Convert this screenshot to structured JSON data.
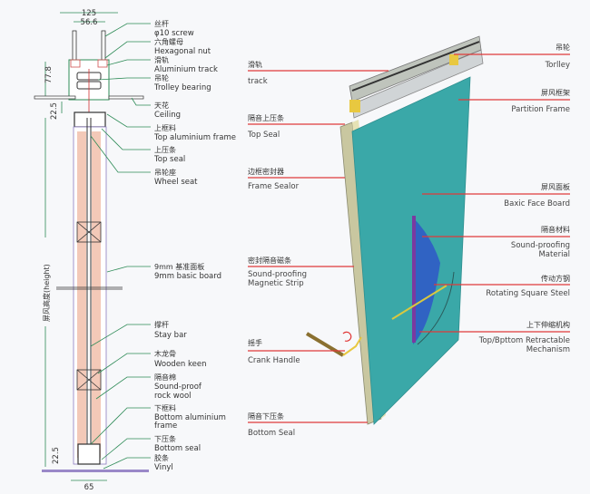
{
  "section_view": {
    "dimensions": {
      "top_width": "125",
      "screw_spacing": "56.6",
      "track_height": "77.8",
      "top_gap": "22.5",
      "bottom_gap": "22.5",
      "bottom_width": "65",
      "height_label": "屏风高度(height)"
    },
    "labels": [
      {
        "cn": "丝杆",
        "en": "φ10 screw"
      },
      {
        "cn": "六角螺母",
        "en": "Hexagonal nut"
      },
      {
        "cn": "滑轨",
        "en": "Aluminium track"
      },
      {
        "cn": "吊轮",
        "en": "Trolley bearing"
      },
      {
        "cn": "天花",
        "en": "Ceiling"
      },
      {
        "cn": "上框料",
        "en": "Top aluminium frame"
      },
      {
        "cn": "上压条",
        "en": "Top seal"
      },
      {
        "cn": "吊轮座",
        "en": "Wheel seat"
      },
      {
        "cn": "9mm 基准面板",
        "en": "9mm basic board"
      },
      {
        "cn": "撑杆",
        "en": "Stay bar"
      },
      {
        "cn": "木龙骨",
        "en": "Wooden keen"
      },
      {
        "cn": "隔音棉",
        "en": "Sound-proof",
        "en2": "rock wool"
      },
      {
        "cn": "下框料",
        "en": "Bottom aluminium",
        "en2": "frame"
      },
      {
        "cn": "下压条",
        "en": "Bottom seal"
      },
      {
        "cn": "胶条",
        "en": "Vinyl"
      }
    ]
  },
  "iso_view": {
    "left_labels": [
      {
        "cn": "滑轨",
        "en": "track"
      },
      {
        "cn": "隔音上压条",
        "en": "Top Seal"
      },
      {
        "cn": "边框密封器",
        "en": "Frame Sealor"
      },
      {
        "cn": "密封隔音磁条",
        "en": "Sound-proofing",
        "en2": "Magnetic Strip"
      },
      {
        "cn": "摇手",
        "en": "Crank Handle"
      },
      {
        "cn": "隔音下压条",
        "en": "Bottom Seal"
      }
    ],
    "right_labels": [
      {
        "cn": "吊轮",
        "en": "Torlley"
      },
      {
        "cn": "屏风框架",
        "en": "Partition Frame"
      },
      {
        "cn": "屏风面板",
        "en": "Baxic Face Board"
      },
      {
        "cn": "隔音材料",
        "en": "Sound-proofing",
        "en2": "Material"
      },
      {
        "cn": "传动方钢",
        "en": "Rotating Square Steel"
      },
      {
        "cn": "上下伸缩机构",
        "en": "Top/Bpttom Retractable",
        "en2": "Mechanism"
      }
    ]
  },
  "colors": {
    "leader_green": "#2e8b57",
    "leader_red": "#e03a3a",
    "panel": "#3aa8a8",
    "insulation": "#f3c9b8"
  }
}
